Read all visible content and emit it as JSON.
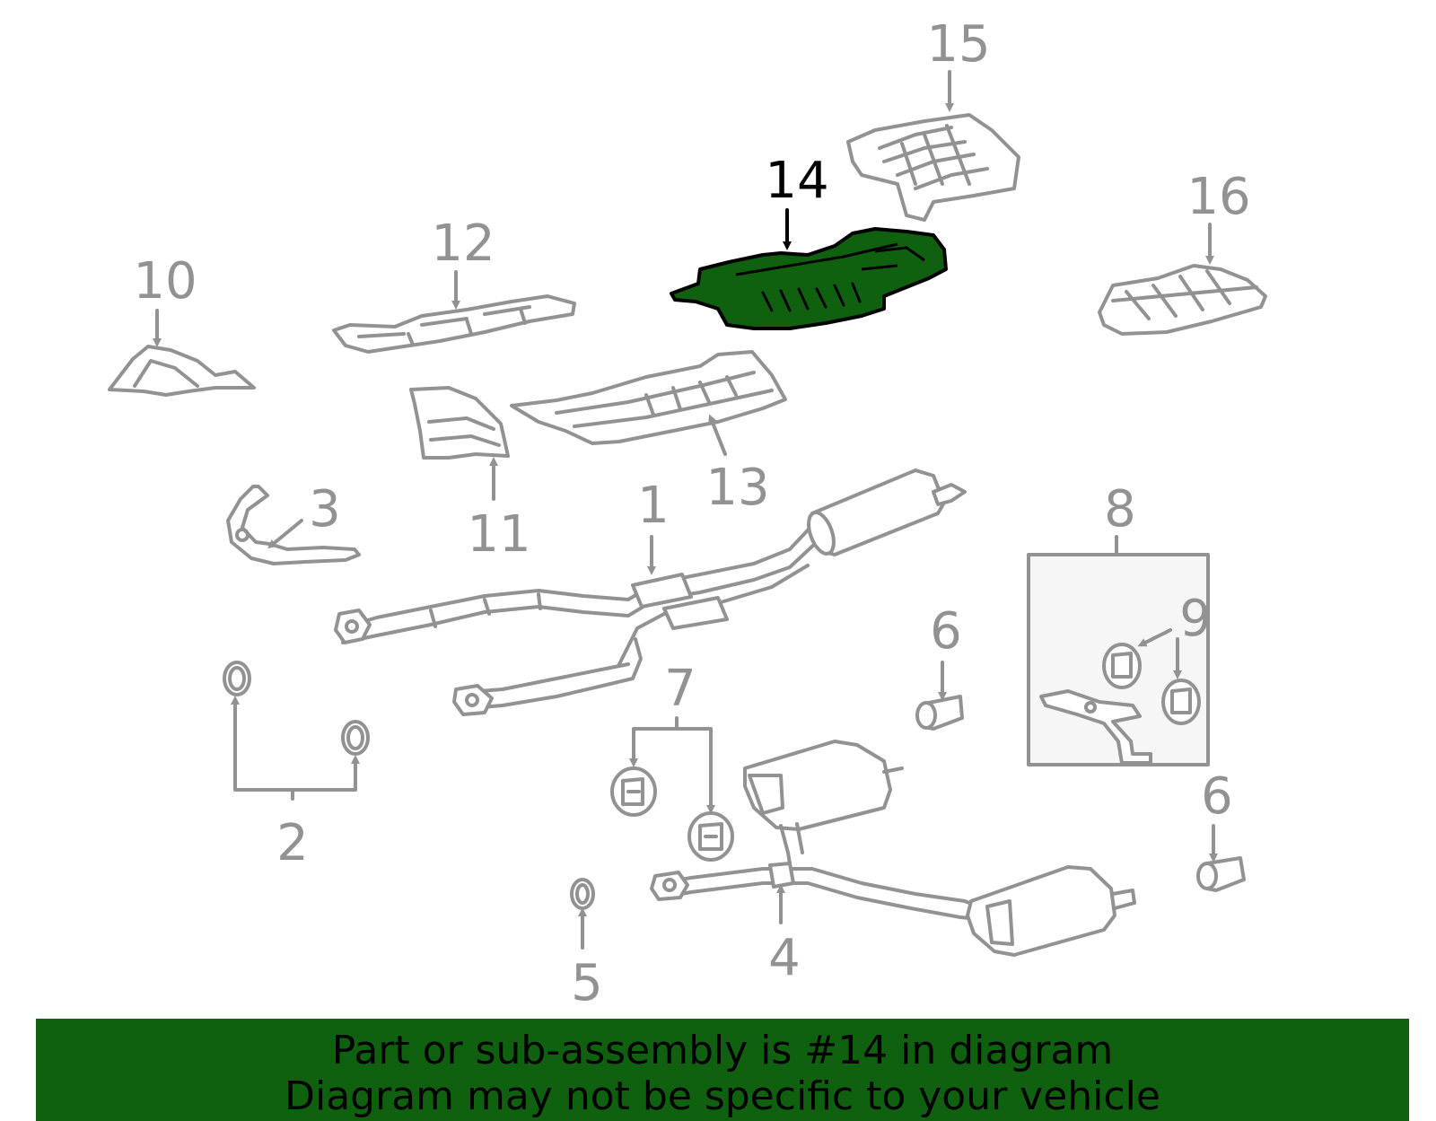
{
  "diagram": {
    "highlighted_part": "14",
    "colors": {
      "line": "#929292",
      "highlight_fill": "#0f600f",
      "highlight_stroke": "#000000",
      "bracket_box_fill": "#f6f6f6",
      "banner_bg": "#0f600f"
    },
    "callouts": [
      {
        "id": "1",
        "label": "1"
      },
      {
        "id": "2",
        "label": "2"
      },
      {
        "id": "3",
        "label": "3"
      },
      {
        "id": "4",
        "label": "4"
      },
      {
        "id": "5",
        "label": "5"
      },
      {
        "id": "6a",
        "label": "6"
      },
      {
        "id": "6b",
        "label": "6"
      },
      {
        "id": "7",
        "label": "7"
      },
      {
        "id": "8",
        "label": "8"
      },
      {
        "id": "9",
        "label": "9"
      },
      {
        "id": "10",
        "label": "10"
      },
      {
        "id": "11",
        "label": "11"
      },
      {
        "id": "12",
        "label": "12"
      },
      {
        "id": "13",
        "label": "13"
      },
      {
        "id": "14",
        "label": "14"
      },
      {
        "id": "15",
        "label": "15"
      },
      {
        "id": "16",
        "label": "16"
      }
    ]
  },
  "banner": {
    "line1": "Part or sub-assembly is #14 in diagram",
    "line2": "Diagram may not be specific to your vehicle"
  }
}
